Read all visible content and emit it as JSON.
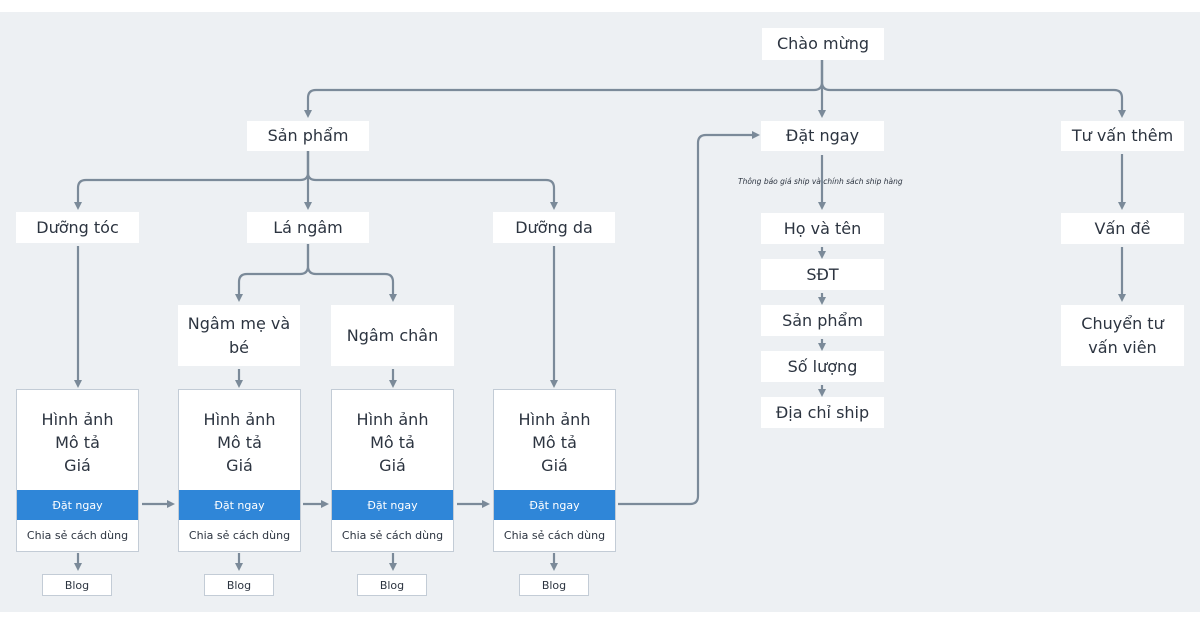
{
  "colors": {
    "background": "#edf0f3",
    "connector": "#7b8a99",
    "button": "#2f86d8"
  },
  "nodes": {
    "welcome": "Chào mừng",
    "products": "Sản phẩm",
    "order_now": "Đặt ngay",
    "consult": "Tư vấn thêm",
    "hair_care": "Dưỡng tóc",
    "soak_leaves": "Lá ngâm",
    "skin_care": "Dưỡng da",
    "mother_baby": "Ngâm mẹ và bé",
    "foot_soak": "Ngâm chân",
    "full_name": "Họ và tên",
    "phone": "SĐT",
    "product_field": "Sản phẩm",
    "quantity": "Số lượng",
    "address": "Địa chỉ ship",
    "issue": "Vấn đề",
    "transfer": "Chuyển tư vấn viên"
  },
  "shipping_note": "Thông báo giá ship và chính sách ship hàng",
  "cards": [
    {
      "line1": "Hình ảnh",
      "line2": "Mô tả",
      "line3": "Giá",
      "button": "Đặt ngay",
      "share": "Chia sẻ cách dùng",
      "blog": "Blog"
    },
    {
      "line1": "Hình ảnh",
      "line2": "Mô tả",
      "line3": "Giá",
      "button": "Đặt ngay",
      "share": "Chia sẻ cách dùng",
      "blog": "Blog"
    },
    {
      "line1": "Hình ảnh",
      "line2": "Mô tả",
      "line3": "Giá",
      "button": "Đặt ngay",
      "share": "Chia sẻ cách dùng",
      "blog": "Blog"
    },
    {
      "line1": "Hình ảnh",
      "line2": "Mô tả",
      "line3": "Giá",
      "button": "Đặt ngay",
      "share": "Chia sẻ cách dùng",
      "blog": "Blog"
    }
  ]
}
